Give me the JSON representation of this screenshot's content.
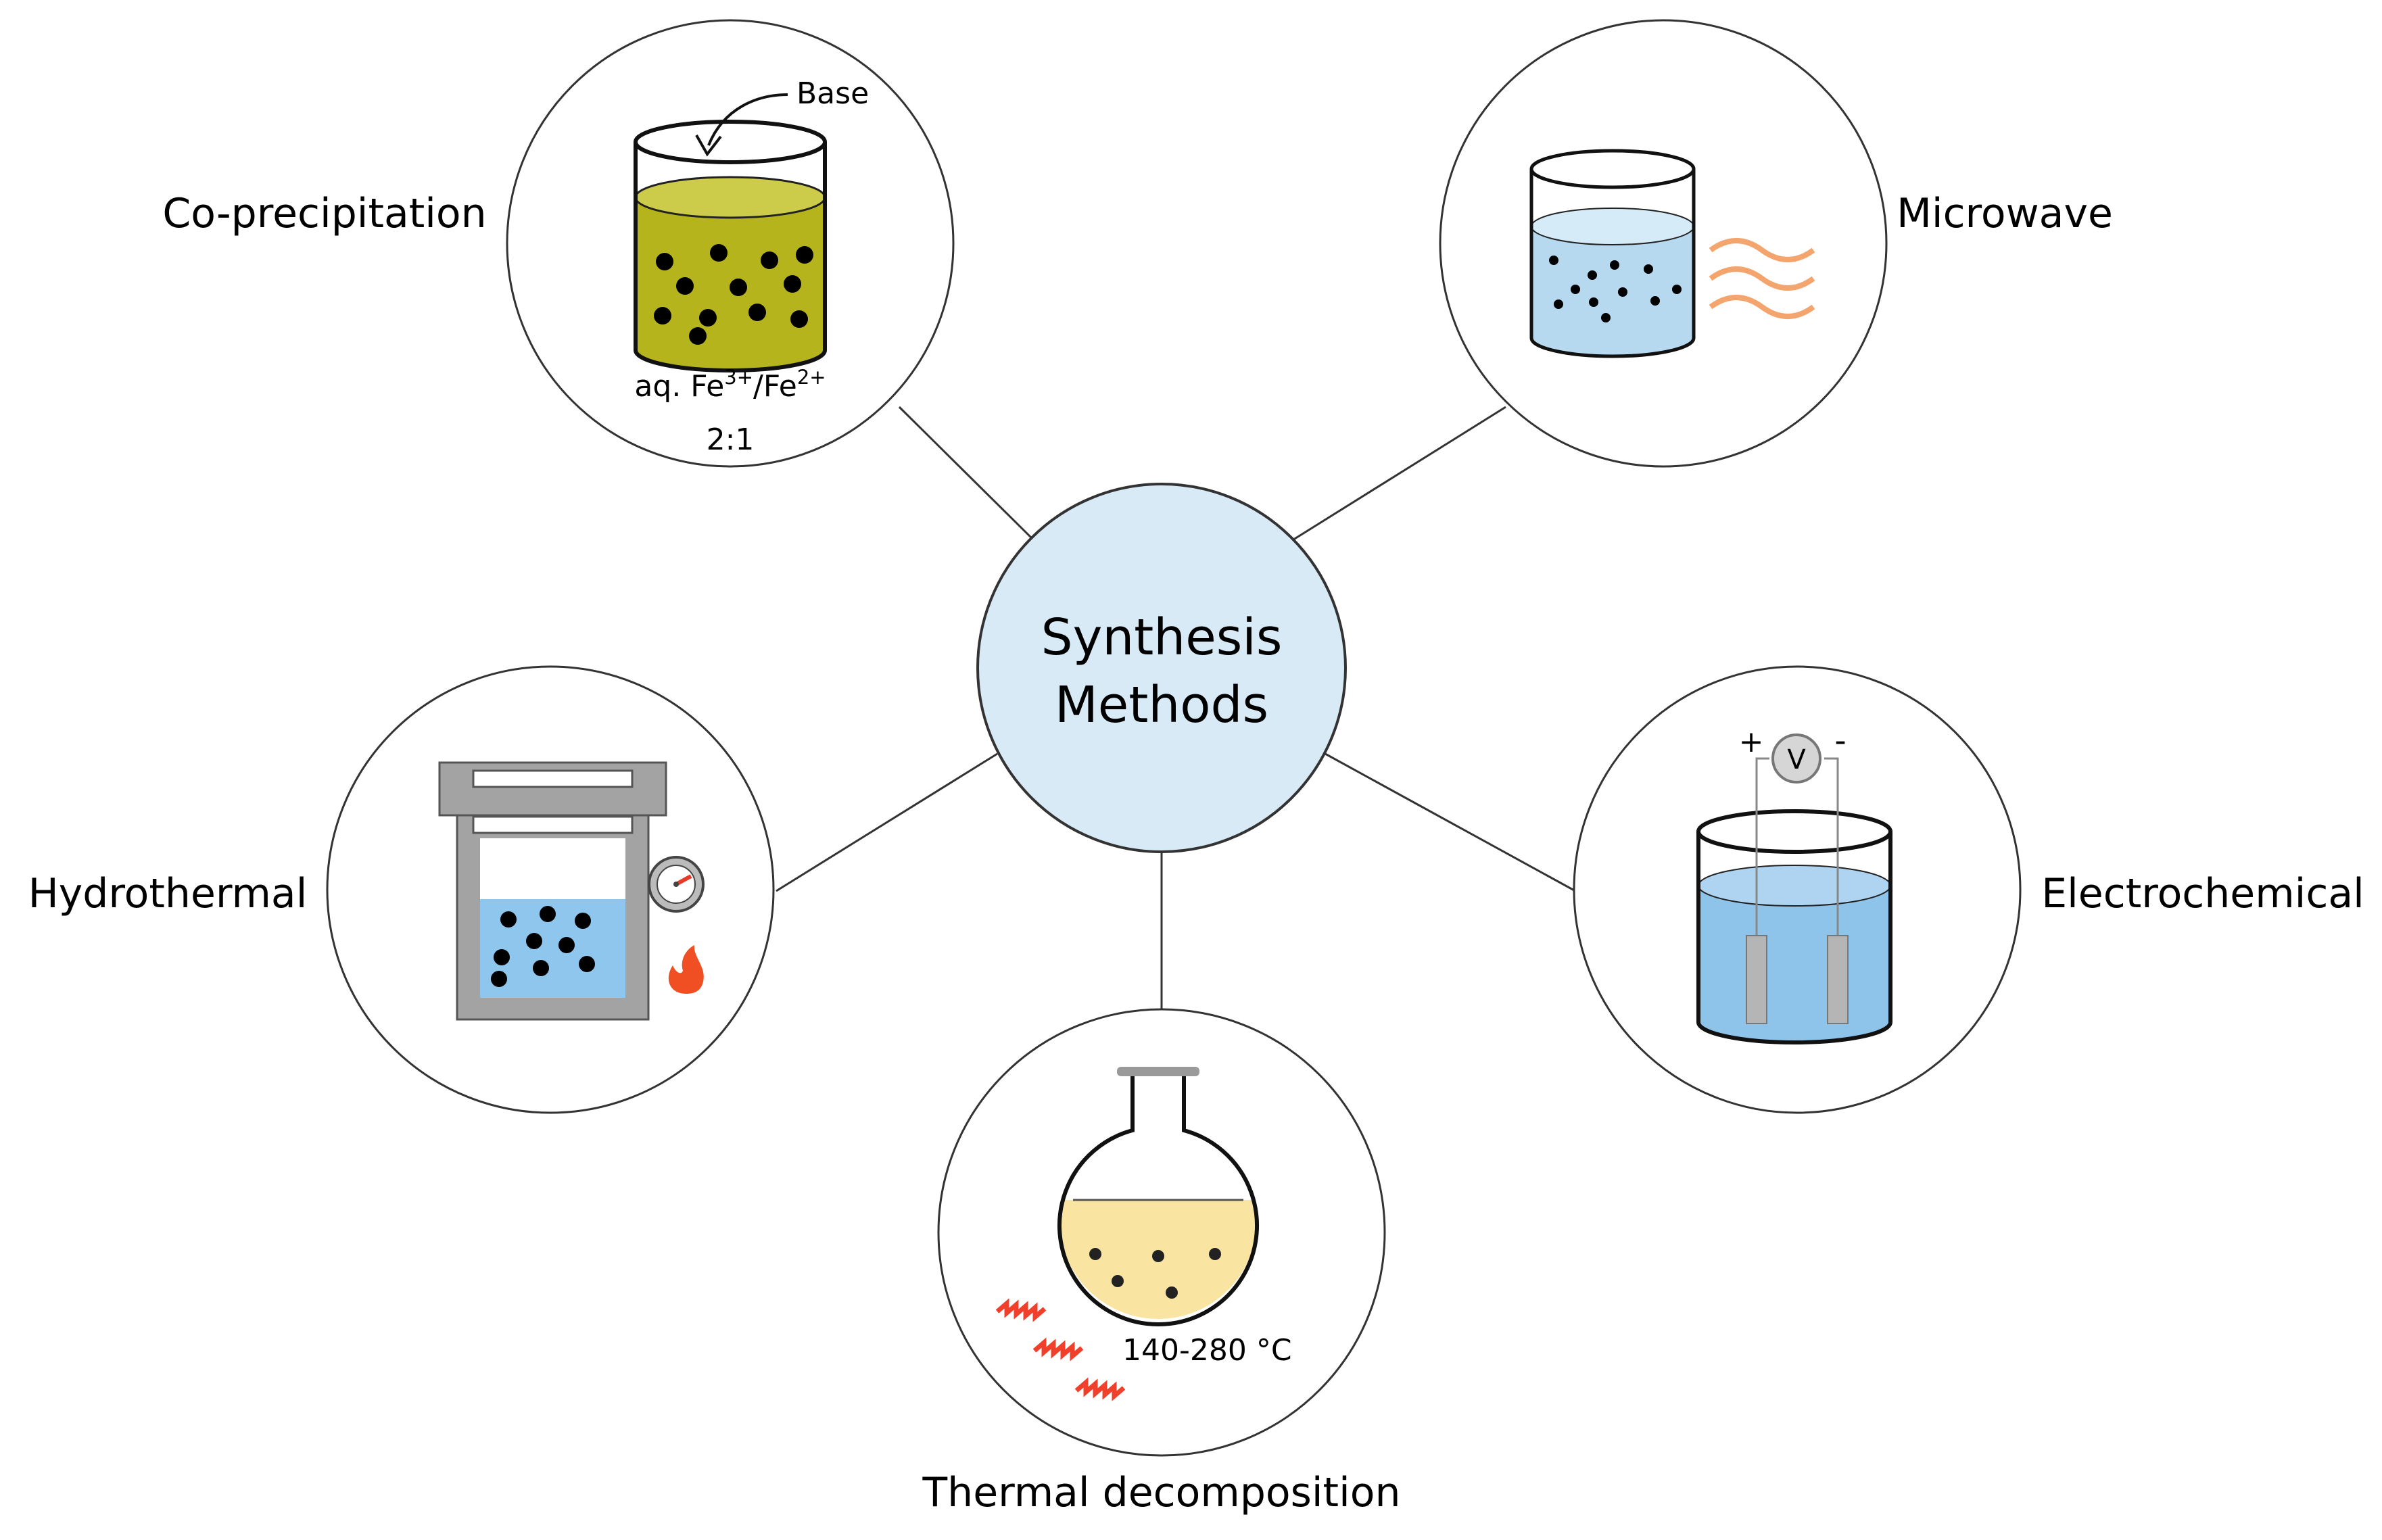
{
  "center": {
    "line1": "Synthesis",
    "line2": "Methods",
    "fill": "#d9eaf7"
  },
  "methods": [
    {
      "id": "co-precipitation",
      "label": "Co-precipitation",
      "base_label": "Base",
      "solution_prefix": "aq. Fe",
      "sup1": "3+",
      "slash": "/Fe",
      "sup2": "2+",
      "ratio": "2:1",
      "liquid_color": "#b5b41c"
    },
    {
      "id": "microwave",
      "label": "Microwave",
      "liquid_color": "#b7d9f0",
      "wave_color": "#f4a56e"
    },
    {
      "id": "hydrothermal",
      "label": "Hydrothermal",
      "liquid_color": "#8fc6ee",
      "vessel_color": "#a3a3a3",
      "flame_color": "#f04e23"
    },
    {
      "id": "electrochemical",
      "label": "Electrochemical",
      "voltmeter": "V",
      "plus": "+",
      "minus": "-",
      "liquid_color": "#8ec3ea"
    },
    {
      "id": "thermal-decomposition",
      "label": "Thermal decomposition",
      "temperature_range": "140-280 °C",
      "liquid_color": "#f9e4a2",
      "heat_color": "#f0402b"
    }
  ]
}
